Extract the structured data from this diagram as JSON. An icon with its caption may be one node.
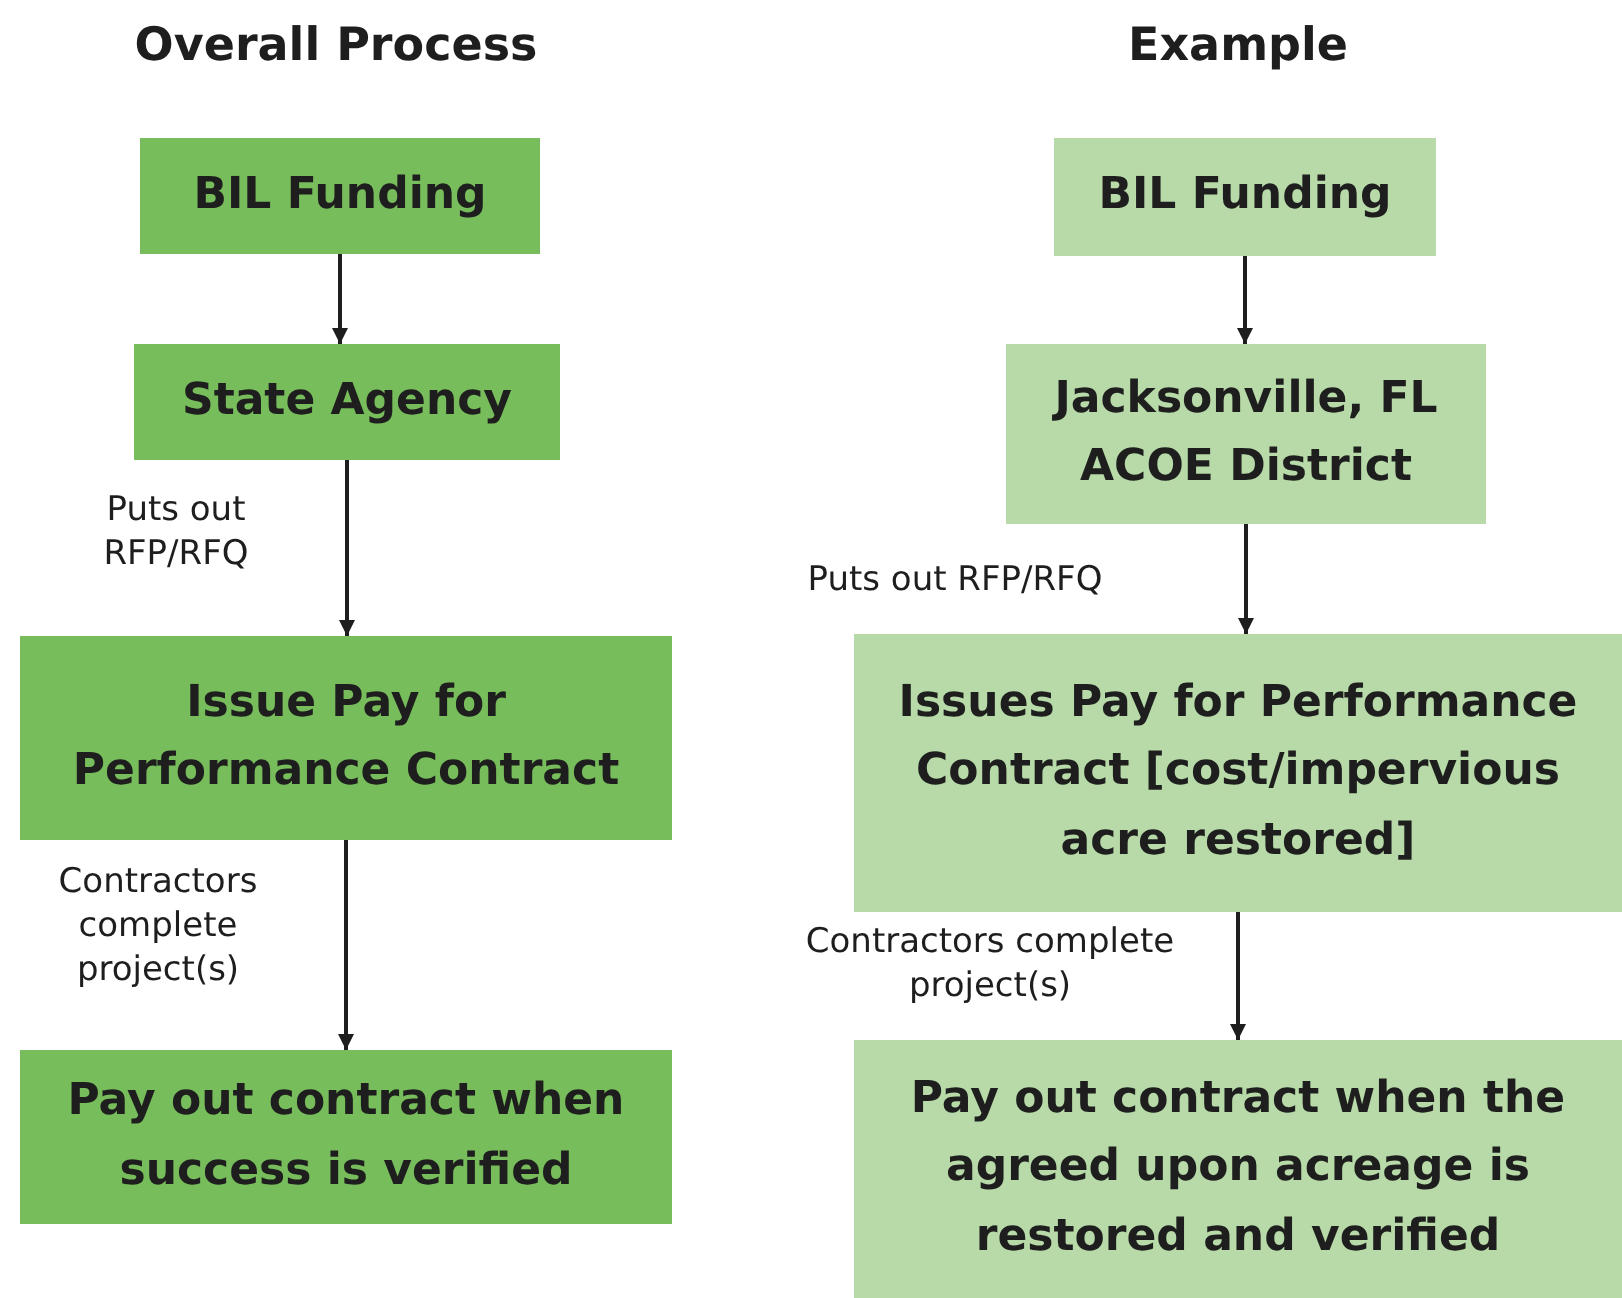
{
  "diagram": {
    "nodes": [
      {
        "text": [
          "BIL Funding"
        ]
      },
      {
        "text": [
          "State Agency"
        ]
      },
      {
        "text": [
          "Issue Pay for Performance Contract"
        ]
      },
      {
        "text": [
          "Pay out contract when success is verified"
        ]
      },
      {
        "text": [
          "BIL Funding"
        ]
      },
      {
        "text": [
          "Jacksonville, FL ACOE District"
        ]
      },
      {
        "text": [
          "Issues Pay for Performance Contract [cost/impervious acre restored]"
        ]
      },
      {
        "text": [
          "Pay out contract when the agreed upon acreage is restored and verified"
        ]
      }
    ],
    "edges": [
      {
        "from": 0,
        "to": 1,
        "arrow": "to"
      },
      {
        "from": 1,
        "to": 2,
        "arrow": "to",
        "label": "Puts out RFP/RFQ"
      },
      {
        "from": 2,
        "to": 3,
        "arrow": "to",
        "label": "Contractors complete project(s)"
      },
      {
        "from": 4,
        "to": 5,
        "arrow": "to"
      },
      {
        "from": 5,
        "to": 6,
        "arrow": "to",
        "label": "Puts out RFP/RFQ"
      },
      {
        "from": 6,
        "to": 7,
        "arrow": "to",
        "label": "Contractors complete project(s)"
      }
    ],
    "labels": [
      "Overall Process",
      "Example"
    ]
  }
}
